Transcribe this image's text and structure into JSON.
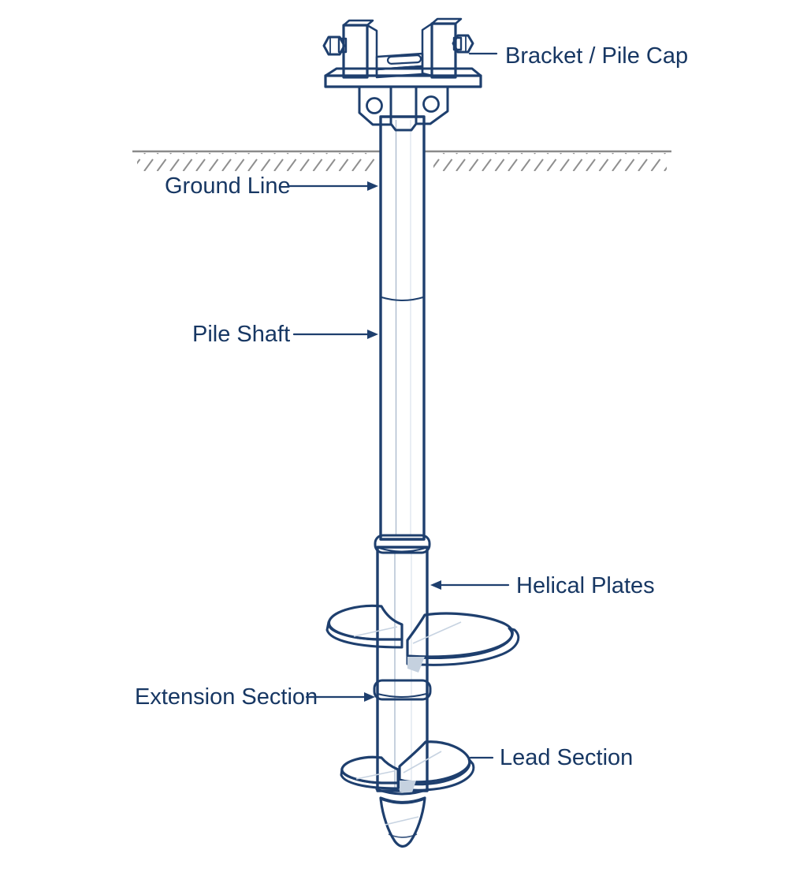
{
  "diagram": {
    "type": "labeled-technical-illustration",
    "subject": "Helical pile (screw pile) anatomy",
    "labels": {
      "bracket": "Bracket / Pile Cap",
      "ground_line": "Ground Line",
      "pile_shaft": "Pile Shaft",
      "helical_plates": "Helical Plates",
      "extension_section": "Extension Section",
      "lead_section": "Lead Section"
    },
    "colors": {
      "outline": "#1e3f6e",
      "label_text": "#173763",
      "ground_line": "#8a8a8a",
      "fill_white": "#ffffff",
      "fill_light": "#edf2f8",
      "fill_mid": "#dde6ef",
      "fill_shade": "#c5d1df",
      "background": "#ffffff"
    }
  }
}
